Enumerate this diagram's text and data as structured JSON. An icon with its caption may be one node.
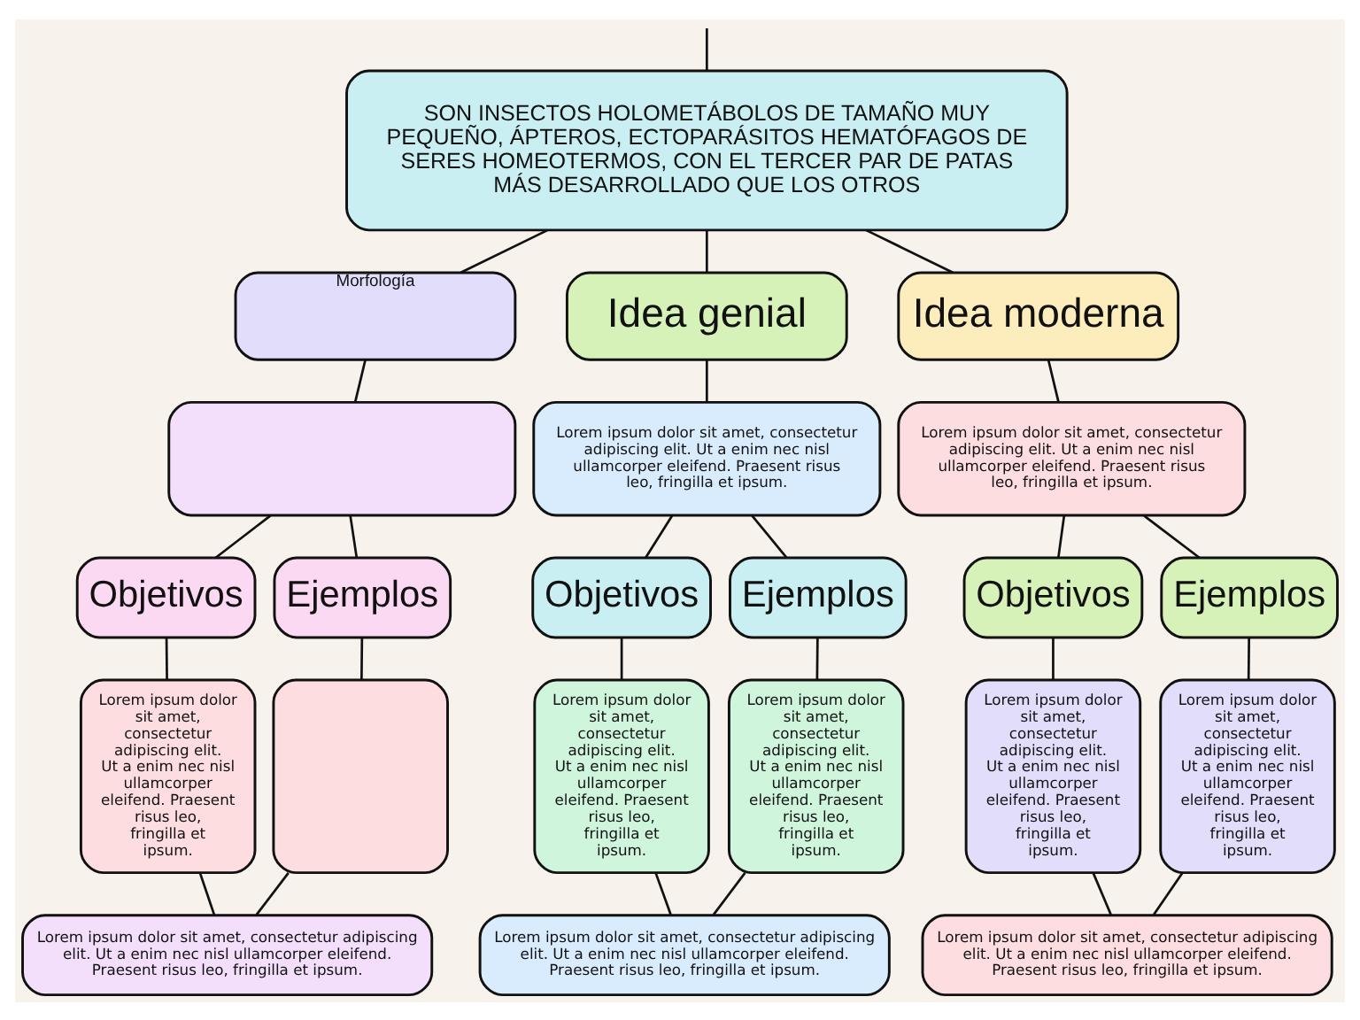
{
  "diagram": {
    "nodes": [
      {
        "text": [
          "SON INSECTOS HOLOMETÁBOLOS DE TAMAÑO MUY PEQUEÑO, ÁPTEROS, ECTOPARÁSITOS HEMATÓFAGOS DE SERES HOMEOTERMOS, CON EL TERCER PAR DE PATAS MÁS DESARROLLADO QUE LOS OTROS"
        ]
      },
      {
        "text": [
          "Morfología"
        ]
      },
      {
        "text": [
          "Idea genial"
        ]
      },
      {
        "text": [
          "Idea moderna"
        ]
      },
      {
        "text": [],
        "shape": "box"
      },
      {
        "text": [
          "Lorem ipsum dolor sit amet, consectetur adipiscing elit. Ut a enim nec nisl ullamcorper eleifend. Praesent risus leo, fringilla et ipsum."
        ]
      },
      {
        "text": [
          "Lorem ipsum dolor sit amet, consectetur adipiscing elit. Ut a enim nec nisl ullamcorper eleifend. Praesent risus leo, fringilla et ipsum."
        ]
      },
      {
        "text": [
          "Objetivos"
        ]
      },
      {
        "text": [
          "Ejemplos"
        ]
      },
      {
        "text": [
          "Objetivos"
        ]
      },
      {
        "text": [
          "Ejemplos"
        ]
      },
      {
        "text": [
          "Objetivos"
        ]
      },
      {
        "text": [
          "Ejemplos"
        ]
      },
      {
        "text": [
          "Lorem ipsum dolor sit amet, consectetur adipiscing elit. Ut a enim nec nisl ullamcorper eleifend. Praesent risus leo, fringilla et ipsum."
        ]
      },
      {
        "text": [],
        "shape": "box"
      },
      {
        "text": [
          "Lorem ipsum dolor sit amet, consectetur adipiscing elit. Ut a enim nec nisl ullamcorper eleifend. Praesent risus leo, fringilla et ipsum."
        ]
      },
      {
        "text": [
          "Lorem ipsum dolor sit amet, consectetur adipiscing elit. Ut a enim nec nisl ullamcorper eleifend. Praesent risus leo, fringilla et ipsum."
        ]
      },
      {
        "text": [
          "Lorem ipsum dolor sit amet, consectetur adipiscing elit. Ut a enim nec nisl ullamcorper eleifend. Praesent risus leo, fringilla et ipsum."
        ]
      },
      {
        "text": [
          "Lorem ipsum dolor sit amet, consectetur adipiscing elit. Ut a enim nec nisl ullamcorper eleifend. Praesent risus leo, fringilla et ipsum."
        ]
      },
      {
        "text": [
          "Lorem ipsum dolor sit amet, consectetur adipiscing elit. Ut a enim nec nisl ullamcorper eleifend. Praesent risus leo, fringilla et ipsum."
        ]
      },
      {
        "text": [
          "Lorem ipsum dolor sit amet, consectetur adipiscing elit. Ut a enim nec nisl ullamcorper eleifend. Praesent risus leo, fringilla et ipsum."
        ]
      },
      {
        "text": [
          "Lorem ipsum dolor sit amet, consectetur adipiscing elit. Ut a enim nec nisl ullamcorper eleifend. Praesent risus leo, fringilla et ipsum."
        ]
      }
    ],
    "edges": [
      {
        "from": null,
        "to": 0,
        "arrow": "none"
      },
      {
        "from": 0,
        "to": 1,
        "arrow": "none"
      },
      {
        "from": 0,
        "to": 2,
        "arrow": "none"
      },
      {
        "from": 0,
        "to": 3,
        "arrow": "none"
      },
      {
        "from": 1,
        "to": 4,
        "arrow": "none"
      },
      {
        "from": 2,
        "to": 5,
        "arrow": "none"
      },
      {
        "from": 3,
        "to": 6,
        "arrow": "none"
      },
      {
        "from": 4,
        "to": 7,
        "arrow": "none"
      },
      {
        "from": 4,
        "to": 8,
        "arrow": "none"
      },
      {
        "from": 5,
        "to": 9,
        "arrow": "none"
      },
      {
        "from": 5,
        "to": 10,
        "arrow": "none"
      },
      {
        "from": 6,
        "to": 11,
        "arrow": "none"
      },
      {
        "from": 6,
        "to": 12,
        "arrow": "none"
      },
      {
        "from": 7,
        "to": 13,
        "arrow": "none"
      },
      {
        "from": 8,
        "to": 14,
        "arrow": "none"
      },
      {
        "from": 9,
        "to": 15,
        "arrow": "none"
      },
      {
        "from": 10,
        "to": 16,
        "arrow": "none"
      },
      {
        "from": 11,
        "to": 17,
        "arrow": "none"
      },
      {
        "from": 12,
        "to": 18,
        "arrow": "none"
      },
      {
        "from": 13,
        "to": 19,
        "arrow": "none"
      },
      {
        "from": 14,
        "to": 19,
        "arrow": "none"
      },
      {
        "from": 15,
        "to": 20,
        "arrow": "none"
      },
      {
        "from": 16,
        "to": 20,
        "arrow": "none"
      },
      {
        "from": 17,
        "to": 21,
        "arrow": "none"
      },
      {
        "from": 18,
        "to": 21,
        "arrow": "none"
      }
    ]
  }
}
